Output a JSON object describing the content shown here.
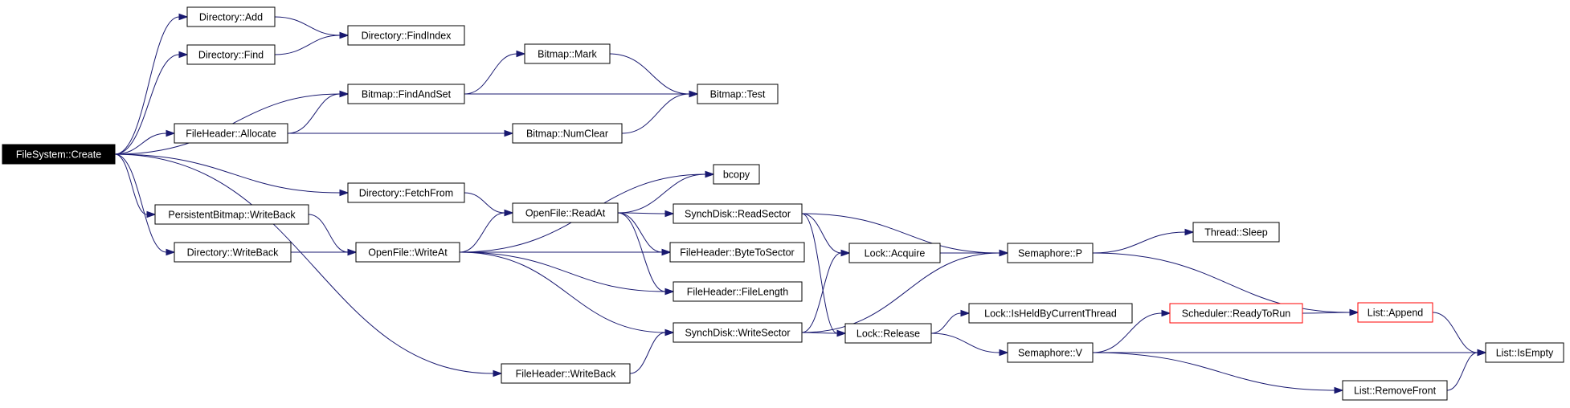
{
  "colors": {
    "edge": "#191970",
    "red_border": "#ff0000",
    "root_fill": "#000000"
  },
  "nodes": [
    {
      "id": "fs_create",
      "label": "FileSystem::Create"
    },
    {
      "id": "dir_add",
      "label": "Directory::Add"
    },
    {
      "id": "dir_findindex",
      "label": "Directory::FindIndex"
    },
    {
      "id": "dir_find",
      "label": "Directory::Find"
    },
    {
      "id": "bm_mark",
      "label": "Bitmap::Mark"
    },
    {
      "id": "bm_findandset",
      "label": "Bitmap::FindAndSet"
    },
    {
      "id": "bm_test",
      "label": "Bitmap::Test"
    },
    {
      "id": "fh_allocate",
      "label": "FileHeader::Allocate"
    },
    {
      "id": "bm_numclear",
      "label": "Bitmap::NumClear"
    },
    {
      "id": "bcopy",
      "label": "bcopy"
    },
    {
      "id": "dir_fetchfrom",
      "label": "Directory::FetchFrom"
    },
    {
      "id": "pbm_writeback",
      "label": "PersistentBitmap::WriteBack"
    },
    {
      "id": "of_readat",
      "label": "OpenFile::ReadAt"
    },
    {
      "id": "sd_readsector",
      "label": "SynchDisk::ReadSector"
    },
    {
      "id": "thread_sleep",
      "label": "Thread::Sleep"
    },
    {
      "id": "dir_writeback",
      "label": "Directory::WriteBack"
    },
    {
      "id": "of_writeat",
      "label": "OpenFile::WriteAt"
    },
    {
      "id": "fh_bytetosector",
      "label": "FileHeader::ByteToSector"
    },
    {
      "id": "lock_acquire",
      "label": "Lock::Acquire"
    },
    {
      "id": "sem_p",
      "label": "Semaphore::P"
    },
    {
      "id": "fh_filelength",
      "label": "FileHeader::FileLength"
    },
    {
      "id": "list_append",
      "label": "List::Append"
    },
    {
      "id": "lock_isheld",
      "label": "Lock::IsHeldByCurrentThread"
    },
    {
      "id": "sched_readytorun",
      "label": "Scheduler::ReadyToRun"
    },
    {
      "id": "sd_writesector",
      "label": "SynchDisk::WriteSector"
    },
    {
      "id": "lock_release",
      "label": "Lock::Release"
    },
    {
      "id": "sem_v",
      "label": "Semaphore::V"
    },
    {
      "id": "list_isempty",
      "label": "List::IsEmpty"
    },
    {
      "id": "fh_writeback",
      "label": "FileHeader::WriteBack"
    },
    {
      "id": "list_removefront",
      "label": "List::RemoveFront"
    }
  ],
  "edges": [
    [
      "fs_create",
      "dir_add"
    ],
    [
      "fs_create",
      "dir_find"
    ],
    [
      "fs_create",
      "bm_findandset"
    ],
    [
      "fs_create",
      "fh_allocate"
    ],
    [
      "fs_create",
      "dir_fetchfrom"
    ],
    [
      "fs_create",
      "pbm_writeback"
    ],
    [
      "fs_create",
      "dir_writeback"
    ],
    [
      "fs_create",
      "fh_writeback"
    ],
    [
      "dir_add",
      "dir_findindex"
    ],
    [
      "dir_find",
      "dir_findindex"
    ],
    [
      "bm_findandset",
      "bm_mark"
    ],
    [
      "bm_findandset",
      "bm_test"
    ],
    [
      "bm_mark",
      "bm_test"
    ],
    [
      "fh_allocate",
      "bm_findandset"
    ],
    [
      "fh_allocate",
      "bm_numclear"
    ],
    [
      "bm_numclear",
      "bm_test"
    ],
    [
      "dir_fetchfrom",
      "of_readat"
    ],
    [
      "pbm_writeback",
      "of_writeat"
    ],
    [
      "dir_writeback",
      "of_writeat"
    ],
    [
      "of_writeat",
      "bcopy"
    ],
    [
      "of_writeat",
      "of_readat"
    ],
    [
      "of_writeat",
      "fh_bytetosector"
    ],
    [
      "of_writeat",
      "fh_filelength"
    ],
    [
      "of_writeat",
      "sd_writesector"
    ],
    [
      "of_readat",
      "bcopy"
    ],
    [
      "of_readat",
      "sd_readsector"
    ],
    [
      "of_readat",
      "fh_bytetosector"
    ],
    [
      "of_readat",
      "fh_filelength"
    ],
    [
      "sd_readsector",
      "lock_acquire"
    ],
    [
      "sd_readsector",
      "sem_p"
    ],
    [
      "sd_readsector",
      "lock_release"
    ],
    [
      "sd_writesector",
      "lock_acquire"
    ],
    [
      "sd_writesector",
      "sem_p"
    ],
    [
      "sd_writesector",
      "lock_release"
    ],
    [
      "fh_writeback",
      "sd_writesector"
    ],
    [
      "lock_acquire",
      "sem_p"
    ],
    [
      "sem_p",
      "thread_sleep"
    ],
    [
      "sem_p",
      "list_append"
    ],
    [
      "lock_release",
      "lock_isheld"
    ],
    [
      "lock_release",
      "sem_v"
    ],
    [
      "sem_v",
      "sched_readytorun"
    ],
    [
      "sem_v",
      "list_isempty"
    ],
    [
      "sem_v",
      "list_removefront"
    ],
    [
      "sched_readytorun",
      "list_append"
    ],
    [
      "list_append",
      "list_isempty"
    ],
    [
      "list_removefront",
      "list_isempty"
    ]
  ]
}
